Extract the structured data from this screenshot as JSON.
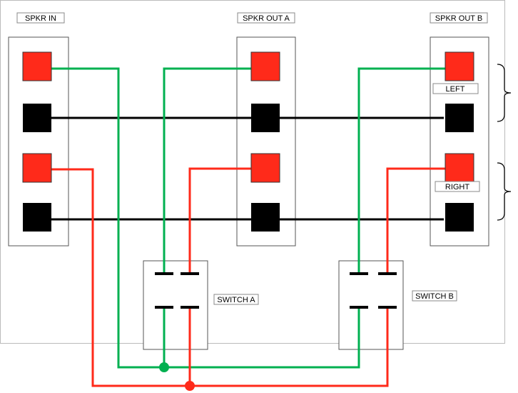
{
  "labels": {
    "spkr_in": "SPKR IN",
    "spkr_out_a": "SPKR OUT A",
    "spkr_out_b": "SPKR OUT B",
    "left": "LEFT",
    "right": "RIGHT",
    "switch_a": "SWITCH A",
    "switch_b": "SWITCH B"
  },
  "colors": {
    "positive_terminal": "#ff2a1a",
    "negative_terminal": "#000000",
    "left_wire": "#00b050",
    "right_wire": "#ff2a1a",
    "ground_wire": "#000000"
  }
}
